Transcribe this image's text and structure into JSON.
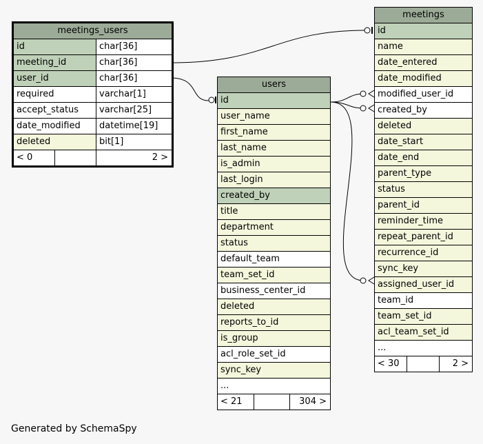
{
  "footer_text": "Generated by SchemaSpy",
  "meetings_users": {
    "name": "meetings_users",
    "rows": [
      {
        "col": "id",
        "type": "char[36]",
        "kind": "pk"
      },
      {
        "col": "meeting_id",
        "type": "char[36]",
        "kind": "pk"
      },
      {
        "col": "user_id",
        "type": "char[36]",
        "kind": "pk"
      },
      {
        "col": "required",
        "type": "varchar[1]",
        "kind": "plain"
      },
      {
        "col": "accept_status",
        "type": "varchar[25]",
        "kind": "plain"
      },
      {
        "col": "date_modified",
        "type": "datetime[19]",
        "kind": "plain"
      },
      {
        "col": "deleted",
        "type": "bit[1]",
        "kind": "fk"
      }
    ],
    "footer": {
      "left": "< 0",
      "mid": "",
      "right": "2 >"
    }
  },
  "users": {
    "name": "users",
    "rows": [
      {
        "col": "id",
        "kind": "pk"
      },
      {
        "col": "user_name",
        "kind": "fk"
      },
      {
        "col": "first_name",
        "kind": "fk"
      },
      {
        "col": "last_name",
        "kind": "fk"
      },
      {
        "col": "is_admin",
        "kind": "fk"
      },
      {
        "col": "last_login",
        "kind": "fk"
      },
      {
        "col": "created_by",
        "kind": "pk"
      },
      {
        "col": "title",
        "kind": "fk"
      },
      {
        "col": "department",
        "kind": "fk"
      },
      {
        "col": "status",
        "kind": "fk"
      },
      {
        "col": "default_team",
        "kind": "plain"
      },
      {
        "col": "team_set_id",
        "kind": "fk"
      },
      {
        "col": "business_center_id",
        "kind": "plain"
      },
      {
        "col": "deleted",
        "kind": "fk"
      },
      {
        "col": "reports_to_id",
        "kind": "fk"
      },
      {
        "col": "is_group",
        "kind": "fk"
      },
      {
        "col": "acl_role_set_id",
        "kind": "plain"
      },
      {
        "col": "sync_key",
        "kind": "fk"
      },
      {
        "col": "...",
        "kind": "plain"
      }
    ],
    "footer": {
      "left": "< 21",
      "mid": "",
      "right": "304 >"
    }
  },
  "meetings": {
    "name": "meetings",
    "rows": [
      {
        "col": "id",
        "kind": "pk"
      },
      {
        "col": "name",
        "kind": "fk"
      },
      {
        "col": "date_entered",
        "kind": "fk"
      },
      {
        "col": "date_modified",
        "kind": "fk"
      },
      {
        "col": "modified_user_id",
        "kind": "plain"
      },
      {
        "col": "created_by",
        "kind": "plain"
      },
      {
        "col": "deleted",
        "kind": "fk"
      },
      {
        "col": "date_start",
        "kind": "fk"
      },
      {
        "col": "date_end",
        "kind": "fk"
      },
      {
        "col": "parent_type",
        "kind": "fk"
      },
      {
        "col": "status",
        "kind": "fk"
      },
      {
        "col": "parent_id",
        "kind": "fk"
      },
      {
        "col": "reminder_time",
        "kind": "fk"
      },
      {
        "col": "repeat_parent_id",
        "kind": "fk"
      },
      {
        "col": "recurrence_id",
        "kind": "fk"
      },
      {
        "col": "sync_key",
        "kind": "fk"
      },
      {
        "col": "assigned_user_id",
        "kind": "fk"
      },
      {
        "col": "team_id",
        "kind": "plain"
      },
      {
        "col": "team_set_id",
        "kind": "fk"
      },
      {
        "col": "acl_team_set_id",
        "kind": "fk"
      },
      {
        "col": "...",
        "kind": "plain"
      }
    ],
    "footer": {
      "left": "< 30",
      "mid": "",
      "right": "2 >"
    }
  }
}
